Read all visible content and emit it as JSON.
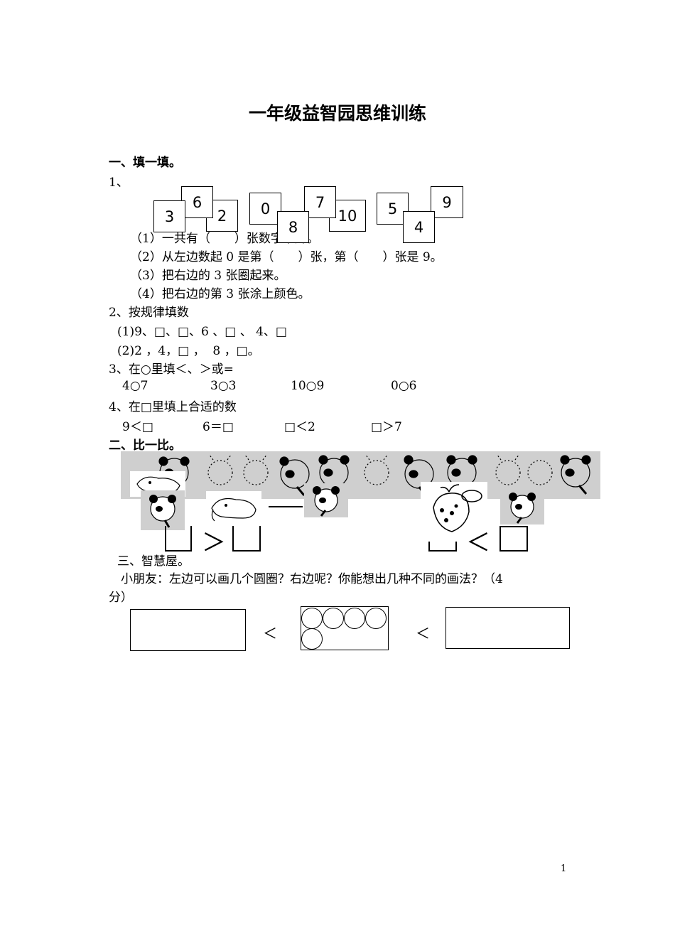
{
  "title": "一年级益智园思维训练",
  "section1": {
    "heading": "一、填一填。",
    "q1_label": "1、",
    "cards_group1": [
      "3",
      "6",
      "2"
    ],
    "cards_group2": [
      "0",
      "7",
      "8",
      "10"
    ],
    "cards_group3": [
      "5",
      "9",
      "4"
    ],
    "q1_lines": [
      "（1）一共有（　　）张数字卡片。",
      "（2）从左边数起 0 是第（　　）张，第（　　）张是 9。",
      "（3）把右边的 3 张圈起来。",
      "（4）把右边的第 3 张涂上颜色。"
    ],
    "q2_label": "2、按规律填数",
    "q2_lines": [
      "(1)9、□、□、6 、□ 、 4、□",
      "(2)2 ，4，□ ，  8 ，□。"
    ],
    "q3_label": "3、在○里填＜、＞或=",
    "q3_items": [
      "4○7",
      "3○3",
      "10○9",
      "0○6"
    ],
    "q4_label": "4、在□里填上合适的数",
    "q4_items": [
      "9＜□",
      "6＝□",
      "□＜2",
      "□＞7"
    ]
  },
  "section2": {
    "heading": "二、比一比。",
    "symbol_left": "＞",
    "symbol_right": "＜",
    "icons": [
      "panda-icon",
      "elephant-icon",
      "deer-icon"
    ]
  },
  "section3": {
    "heading": "三、智慧屋。",
    "prompt_line1": "小朋友：左边可以画几个圆圈？右边呢？你能想出几种不同的画法？（4",
    "prompt_line2": "分）",
    "symbol1": "＜",
    "symbol2": "＜",
    "middle_circles": 5
  },
  "footer": {
    "page_number": "1"
  }
}
